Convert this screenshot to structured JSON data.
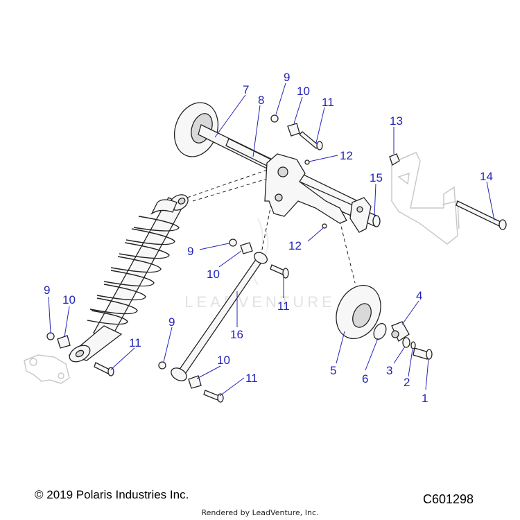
{
  "watermark": "LEADVENTURE",
  "footer": {
    "copyright": "© 2019 Polaris Industries Inc.",
    "drawing_number": "C601298",
    "rendered_by": "Rendered by LeadVenture, Inc."
  },
  "callouts": {
    "c1": "1",
    "c2": "2",
    "c3": "3",
    "c4": "4",
    "c5": "5",
    "c6": "6",
    "c7": "7",
    "c8": "8",
    "c9a": "9",
    "c9b": "9",
    "c9c": "9",
    "c9d": "9",
    "c10a": "10",
    "c10b": "10",
    "c10c": "10",
    "c10d": "10",
    "c11a": "11",
    "c11b": "11",
    "c11c": "11",
    "c11d": "11",
    "c12a": "12",
    "c12b": "12",
    "c13": "13",
    "c14": "14",
    "c15": "15",
    "c16": "16"
  }
}
